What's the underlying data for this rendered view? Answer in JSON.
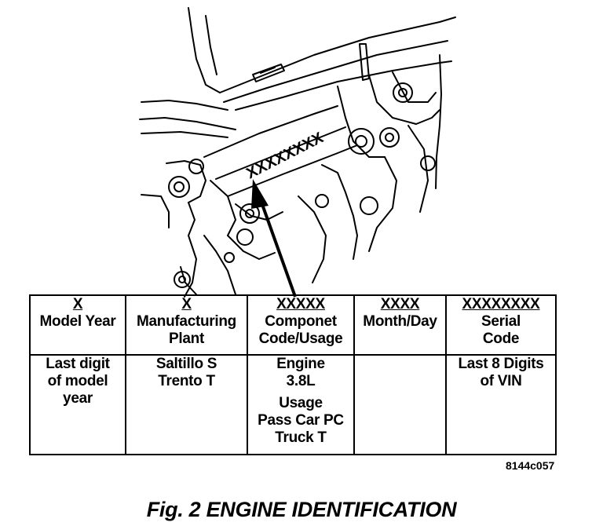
{
  "diagram": {
    "stamp_text": "XXXXXXXX"
  },
  "table": {
    "columns": [
      {
        "code": "X",
        "title": [
          "Model Year"
        ],
        "body": [
          "Last digit",
          "of model",
          "year"
        ]
      },
      {
        "code": "X",
        "title": [
          "Manufacturing",
          "Plant"
        ],
        "body": [
          "Saltillo S",
          "Trento T"
        ]
      },
      {
        "code": "XXXXX",
        "title": [
          "Componet",
          "Code/Usage"
        ],
        "body": [
          "Engine",
          "3.8L"
        ],
        "body_extra": [
          "Usage",
          "Pass Car PC",
          "Truck T"
        ]
      },
      {
        "code": "XXXX",
        "title": [
          "Month/Day"
        ],
        "body": []
      },
      {
        "code": "XXXXXXXX",
        "title": [
          "Serial",
          "Code"
        ],
        "body": [
          "Last 8 Digits",
          "of VIN"
        ]
      }
    ]
  },
  "reference_id": "8144c057",
  "caption": "Fig. 2 ENGINE IDENTIFICATION"
}
